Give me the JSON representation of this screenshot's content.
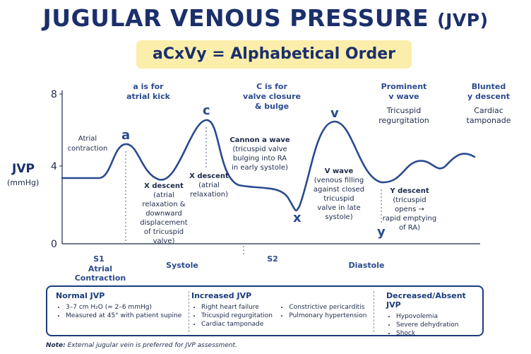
{
  "title": {
    "main": "JUGULAR VENOUS PRESSURE",
    "abbr": "(JVP)"
  },
  "subtitle": "aCxVy = Alphabetical Order",
  "axis": {
    "ylabel": "JVP",
    "yunit": "(mmHg)",
    "ticks": [
      "8",
      "4",
      "0"
    ]
  },
  "waves": {
    "a": "a",
    "c": "c",
    "v": "v",
    "x": "x",
    "y": "y"
  },
  "headers": {
    "a": [
      "a is for",
      "atrial kick"
    ],
    "c": [
      "C is for",
      "valve closure",
      "& bulge"
    ],
    "prominent_v": [
      "Prominent",
      "v wave"
    ],
    "blunted_y": [
      "Blunted",
      "y descent"
    ]
  },
  "subheaders": {
    "tricuspid": [
      "Tricuspid",
      "regurgitation"
    ],
    "cardiac": [
      "Cardiac",
      "tamponade"
    ]
  },
  "annotations": {
    "atrial": [
      "Atrial",
      "contraction"
    ],
    "xdesc1_title": "X descent",
    "xdesc1_body": [
      "(atrial",
      "relaxation &",
      "downward",
      "displacement",
      "of tricuspid",
      "valve)"
    ],
    "xdesc2_title": "X descent",
    "xdesc2_body": [
      "(atrial",
      "relaxation)"
    ],
    "cannon": [
      "Cannon a wave",
      "(tricuspid valve",
      "bulging into RA",
      "in early systole)"
    ],
    "vwave_title": "V wave",
    "vwave_body": [
      "(venous filling",
      "against closed",
      "tricuspid",
      "valve in late",
      "systole)"
    ],
    "ydesc_title": "Y descent",
    "ydesc_body": [
      "(tricuspid",
      "opens →",
      "rapid emptying",
      "of RA)"
    ]
  },
  "xaxis": {
    "s1": "S1",
    "atrial_contraction": [
      "Atrial",
      "Contraction"
    ],
    "systole": "Systole",
    "s2": "S2",
    "diastole": "Diastole"
  },
  "summary": {
    "normal": {
      "title": "Normal JVP",
      "items": [
        "3–7 cm H₂O (≈ 2–6 mmHg)",
        "Measured at 45° with patient supine"
      ]
    },
    "increased": {
      "title": "Increased JVP",
      "col1": [
        "Right heart failure",
        "Tricuspid regurgitation",
        "Cardiac tamponade"
      ],
      "col2": [
        "Constrictive pericarditis",
        "Pulmonary hypertension"
      ]
    },
    "decreased": {
      "title": "Decreased/Absent JVP",
      "items": [
        "Hypovolemia",
        "Severe dehydration",
        "Shock"
      ]
    }
  },
  "note": {
    "label": "Note:",
    "text": "External jugular vein is preferred for JVP assessment."
  },
  "colors": {
    "navy": "#1b2f6b",
    "curve": "#2a4b8d",
    "highlight": "#fbeeaa"
  }
}
